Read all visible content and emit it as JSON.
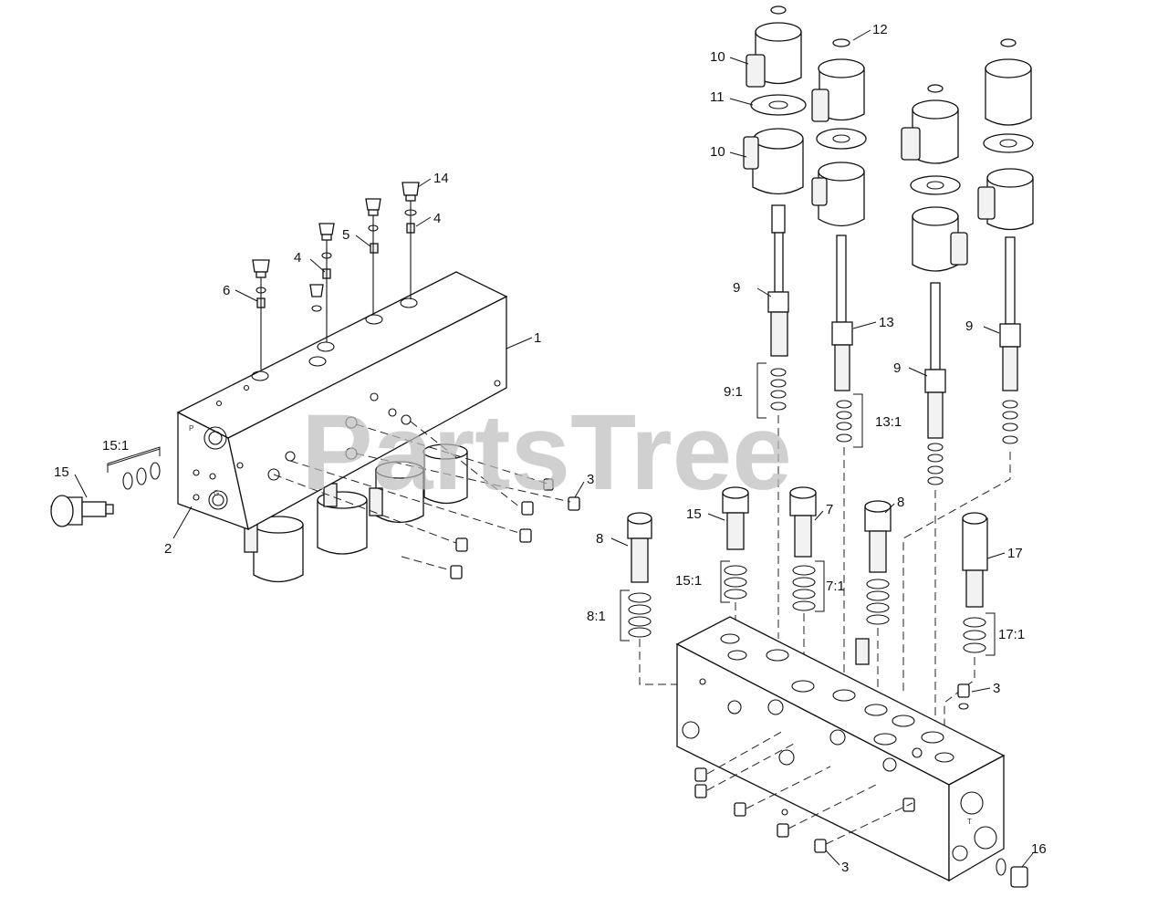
{
  "watermark": "PartsTree",
  "callouts": {
    "c1": "1",
    "c2": "2",
    "c3a": "3",
    "c3b": "3",
    "c3c": "3",
    "c4a": "4",
    "c4b": "4",
    "c5": "5",
    "c6": "6",
    "c7": "7",
    "c7_1": "7:1",
    "c8a": "8",
    "c8b": "8",
    "c8_1": "8:1",
    "c9a": "9",
    "c9b": "9",
    "c9c": "9",
    "c9_1": "9:1",
    "c10a": "10",
    "c10b": "10",
    "c11": "11",
    "c12": "12",
    "c13": "13",
    "c13_1": "13:1",
    "c14": "14",
    "c15a": "15",
    "c15b": "15",
    "c15_1a": "15:1",
    "c15_1b": "15:1",
    "c16": "16",
    "c17": "17",
    "c17_1": "17:1"
  },
  "port_marks": {
    "p_left": "P",
    "p_g": "G",
    "p_t": "T"
  }
}
